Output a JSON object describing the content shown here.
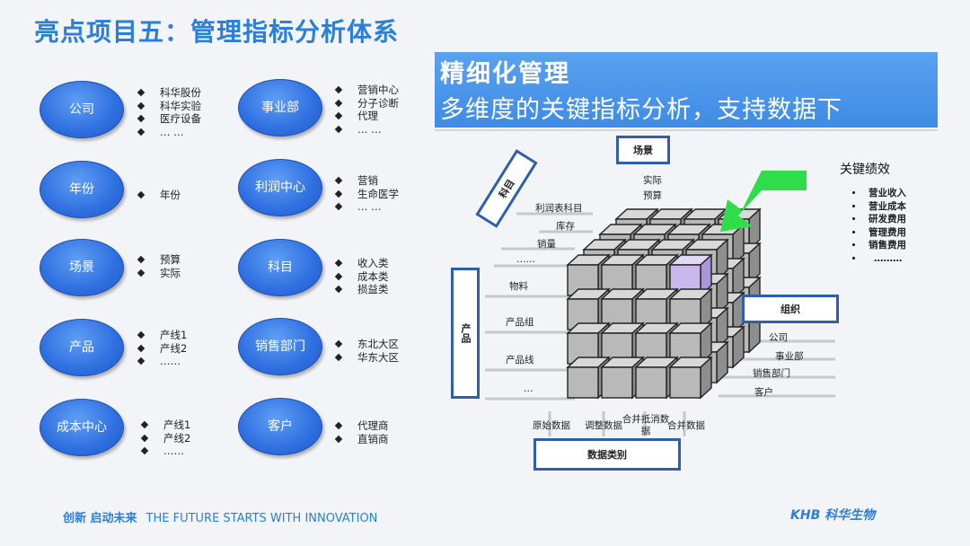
{
  "title": "亮点项目五：管理指标分析体系",
  "dimensions": [
    {
      "label": "公司",
      "items": [
        "科华股份",
        "科华实验",
        "医疗设备",
        "… …"
      ]
    },
    {
      "label": "年份",
      "items": [
        "年份"
      ]
    },
    {
      "label": "场景",
      "items": [
        "预算",
        "实际"
      ]
    },
    {
      "label": "产品",
      "items": [
        "产线1",
        "产线2",
        "……"
      ]
    },
    {
      "label": "成本中心",
      "items": [
        "产线1",
        "产线2",
        "……"
      ]
    },
    {
      "label": "事业部",
      "items": [
        "营销中心",
        "分子诊断",
        "代理",
        "… …"
      ]
    },
    {
      "label": "利润中心",
      "items": [
        "营销",
        "生命医学",
        "… …"
      ]
    },
    {
      "label": "科目",
      "items": [
        "收入类",
        "成本类",
        "损益类"
      ]
    },
    {
      "label": "销售部门",
      "items": [
        "东北大区",
        "华东大区"
      ]
    },
    {
      "label": "客户",
      "items": [
        "代理商",
        "直销商"
      ]
    }
  ],
  "banner": {
    "line1": "精细化管理",
    "line2": "多维度的关键指标分析，支持数据下"
  },
  "cube": {
    "scene_box": "场景",
    "scene_items": [
      "实际",
      "预算"
    ],
    "subject_box": "科目",
    "subject_items": [
      "利润表科目",
      "库存",
      "销量",
      "……"
    ],
    "product_box": "产品",
    "product_items": [
      "物料",
      "产品组",
      "产品线",
      "…"
    ],
    "org_box": "组织",
    "org_items": [
      "公司",
      "事业部",
      "销售部门",
      "客户"
    ],
    "data_box": "数据类别",
    "data_items": [
      "原始数据",
      "调整数据",
      "合并抵消数据",
      "合并数据"
    ]
  },
  "kpi": {
    "title": "关键绩效",
    "items": [
      "营业收入",
      "营业成本",
      "研发费用",
      "管理费用",
      "销售费用",
      "………"
    ]
  },
  "footer": {
    "slogan_cn": "创新 启动未来",
    "slogan_en": "THE FUTURE STARTS WITH INNOVATION",
    "logo": "KHB 科华生物"
  },
  "colors": {
    "accent": "#2a7fd6",
    "oval": "#2e6fe0",
    "cube_face": "#b9b9b9",
    "highlight_cube": "#c9b8ee",
    "arrow": "#2fdc4a",
    "box_border": "#2f5fa8"
  }
}
